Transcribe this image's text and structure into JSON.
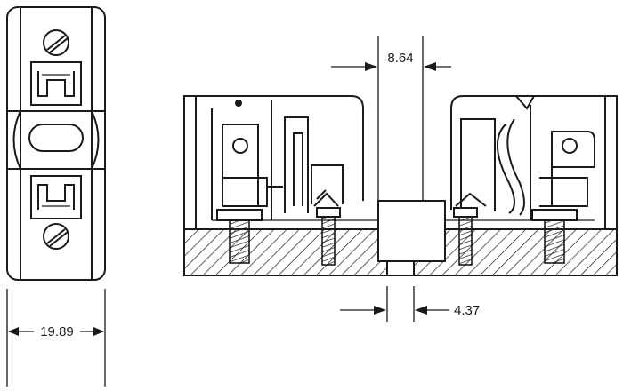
{
  "dimensions": {
    "top_width": "8.64",
    "bottom_width": "4.37",
    "side_width": "19.89"
  }
}
